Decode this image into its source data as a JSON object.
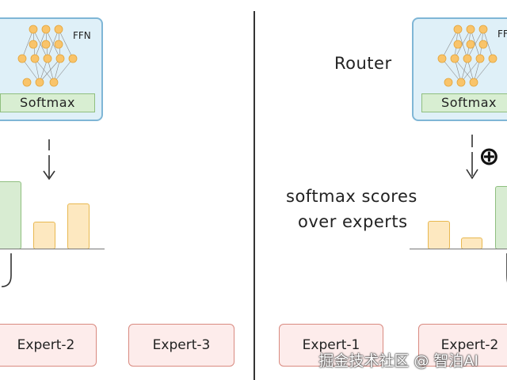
{
  "left_panel": {
    "ffn_label": "FFN",
    "softmax_label": "Softmax",
    "experts": [
      "Expert-2",
      "Expert-3"
    ]
  },
  "right_panel": {
    "router_label": "Router",
    "ffn_label": "FFN",
    "softmax_label": "Softmax",
    "scores_line1": "softmax scores",
    "scores_line2": "over experts",
    "plus_symbol": "⊕",
    "experts": [
      "Expert-1",
      "Expert-2"
    ]
  },
  "watermark": "掘金技术社区 @ 智泊AI",
  "colors": {
    "router_fill": "#dff0f8",
    "router_border": "#7fb6d6",
    "softmax_fill": "#d8eed2",
    "bar_selected": "#d8ecd2",
    "bar_other": "#fde8c0",
    "expert_fill": "#fdeceb",
    "expert_border": "#d98a80"
  }
}
